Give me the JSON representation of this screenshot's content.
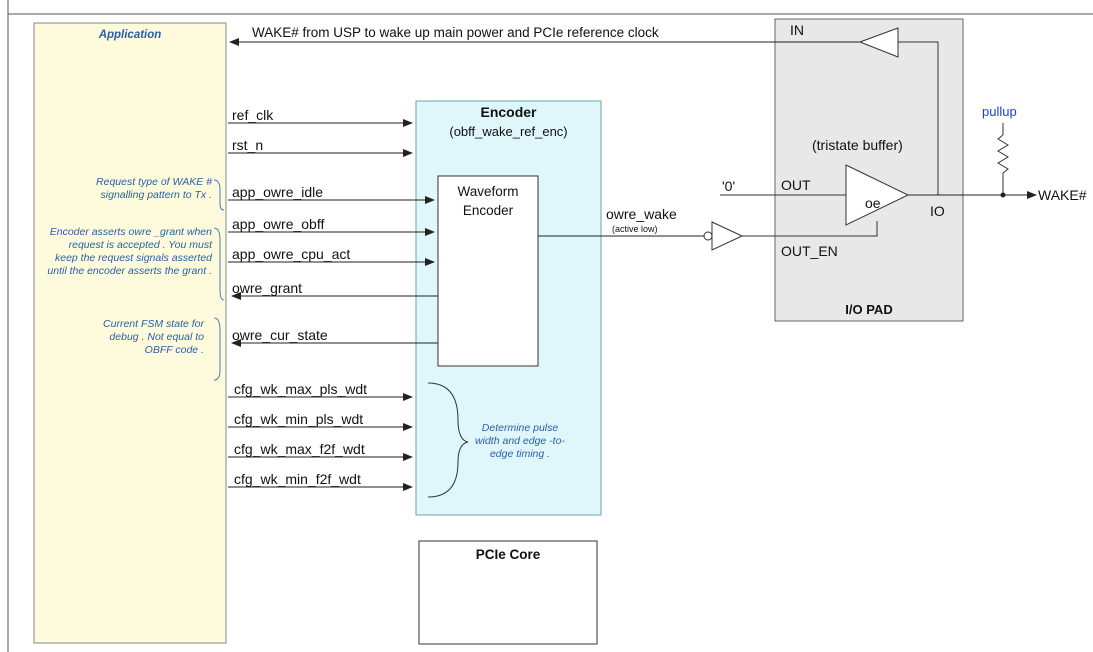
{
  "application": {
    "title": "Application"
  },
  "top_wake": {
    "text": "WAKE# from USP to wake up main power and PCIe reference clock"
  },
  "encoder": {
    "title": "Encoder",
    "subtitle": "(obff_wake_ref_enc)"
  },
  "waveform": {
    "line1": "Waveform",
    "line2": "Encoder"
  },
  "signals": {
    "ref_clk": "ref_clk",
    "rst_n": "rst_n",
    "app_owre_idle": "app_owre_idle",
    "app_owre_obff": "app_owre_obff",
    "app_owre_cpu_act": "app_owre_cpu_act",
    "owre_grant": "owre_grant",
    "owre_cur_state": "owre_cur_state",
    "cfg_wk_max_pls_wdt": "cfg_wk_max_pls_wdt",
    "cfg_wk_min_pls_wdt": "cfg_wk_min_pls_wdt",
    "cfg_wk_max_f2f_wdt": "cfg_wk_max_f2f_wdt",
    "cfg_wk_min_f2f_wdt": "cfg_wk_min_f2f_wdt",
    "owre_wake": "owre_wake",
    "active_low": "(active low)",
    "zero": "'0'",
    "wake_out": "WAKE#"
  },
  "notes": {
    "request": "Request type of WAKE # signalling pattern to Tx .",
    "grant": "Encoder asserts owre _grant when request is accepted . You must keep the request signals asserted until the encoder asserts the grant .",
    "fsm": "Current FSM state for debug . Not equal to OBFF code .",
    "timing": "Determine pulse width and edge -to-edge timing ."
  },
  "io_pad": {
    "title": "I/O PAD",
    "tristate": "(tristate buffer)",
    "in": "IN",
    "out": "OUT",
    "out_en": "OUT_EN",
    "io": "IO",
    "oe": "oe"
  },
  "pullup": {
    "label": "pullup"
  },
  "pcie_core": {
    "title": "PCIe Core"
  },
  "colors": {
    "application_fill": "#fdfbdc",
    "encoder_fill": "#dff6fb",
    "iopad_fill": "#e8e8e8",
    "note_text": "#2a5fa8",
    "pullup_text": "#1a3fd6"
  }
}
